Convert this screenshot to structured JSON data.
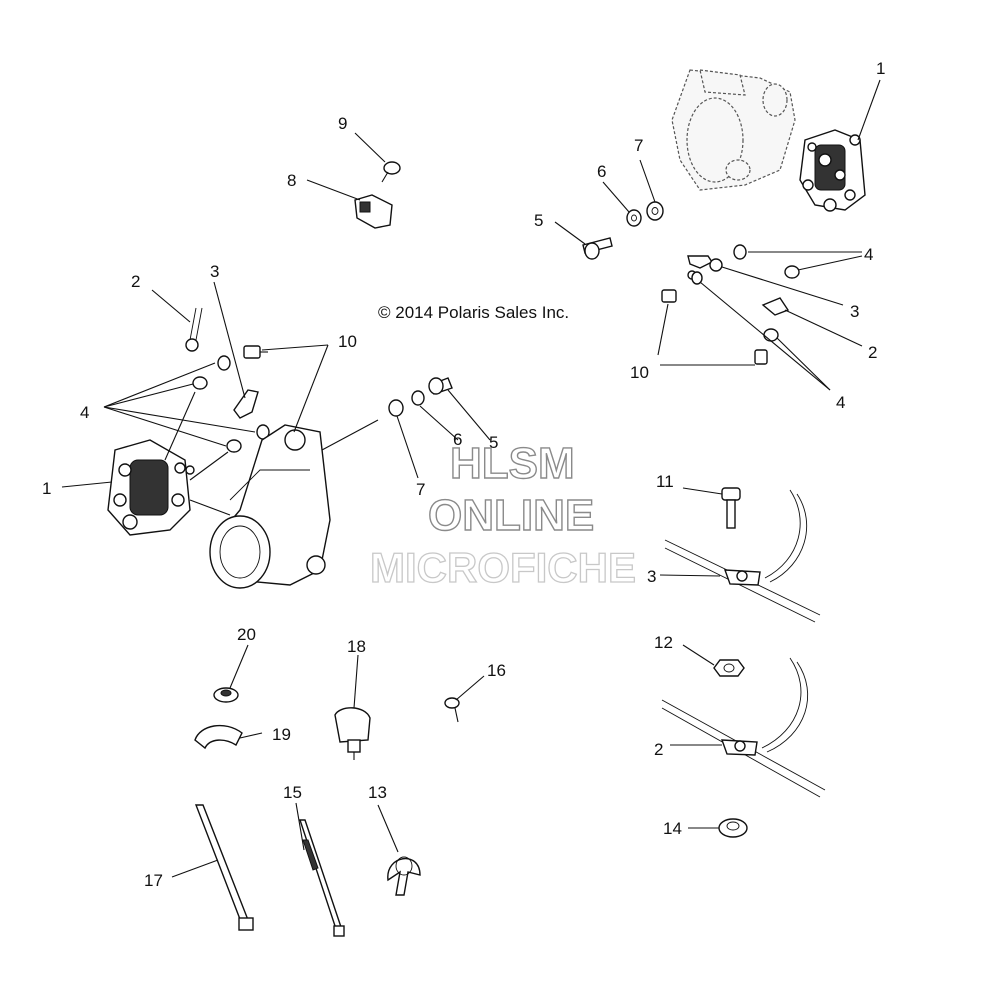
{
  "copyright": "© 2014 Polaris Sales Inc.",
  "watermark": {
    "line1": "HLSM",
    "line2": "ONLINE",
    "line3": "MICROFICHE"
  },
  "callouts": {
    "c1_right": "1",
    "c7_top": "7",
    "c6_top": "6",
    "c5_top": "5",
    "c4_upper_right": "4",
    "c3_right": "3",
    "c2_right": "2",
    "c10_right": "10",
    "c4_lower_right": "4",
    "c9": "9",
    "c8": "8",
    "c2_left": "2",
    "c3_left": "3",
    "c10_left": "10",
    "c4_left": "4",
    "c1_left": "1",
    "c5_mid": "5",
    "c6_mid": "6",
    "c7_mid": "7",
    "c11": "11",
    "c3_clamp": "3",
    "c12": "12",
    "c2_clamp": "2",
    "c14": "14",
    "c20": "20",
    "c18": "18",
    "c16": "16",
    "c19": "19",
    "c17": "17",
    "c15": "15",
    "c13": "13"
  },
  "colors": {
    "line": "#111111",
    "watermark_outline": "#8a8a8a",
    "background": "#ffffff"
  }
}
